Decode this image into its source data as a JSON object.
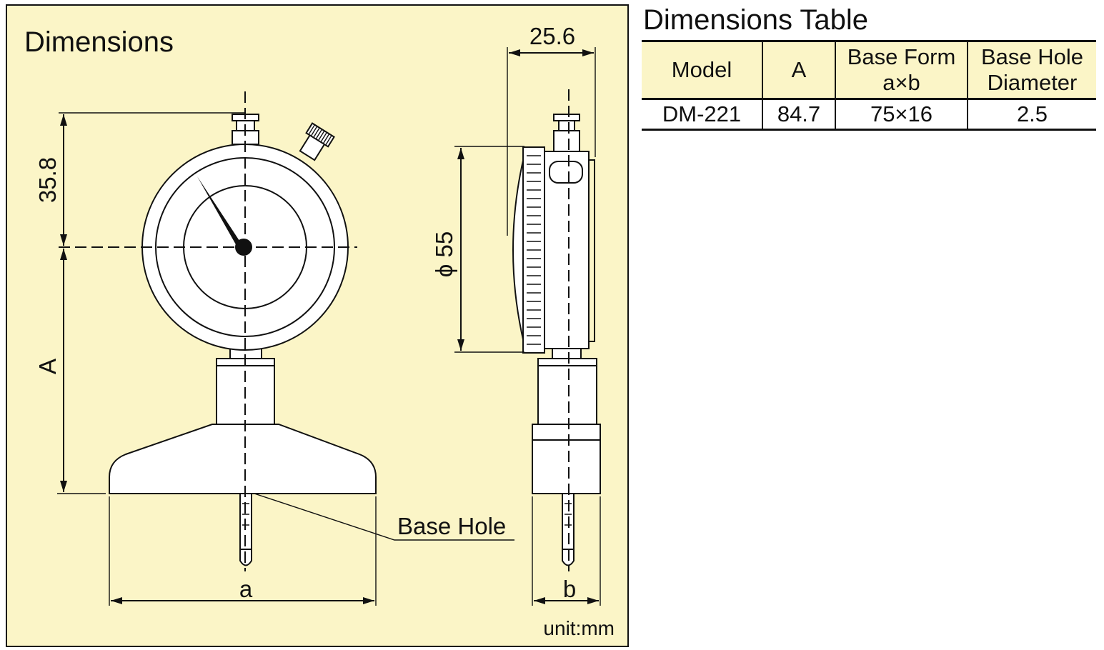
{
  "panel": {
    "title": "Dimensions",
    "unit_label": "unit:mm",
    "background_color": "#fbf5c7"
  },
  "labels": {
    "top_height": "35.8",
    "depth_a": "A",
    "side_width": "25.6",
    "dial_diameter": "ϕ 55",
    "base_width_a": "a",
    "base_depth_b": "b",
    "base_hole": "Base Hole"
  },
  "table": {
    "title": "Dimensions Table",
    "headers": [
      "Model",
      "A",
      "Base Form\na×b",
      "Base Hole\nDiameter"
    ],
    "rows": [
      [
        "DM-221",
        "84.7",
        "75×16",
        "2.5"
      ]
    ]
  }
}
